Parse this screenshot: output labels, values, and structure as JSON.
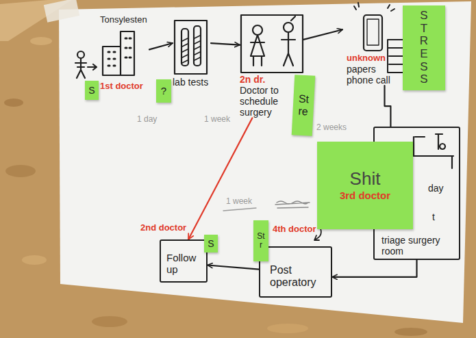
{
  "diagram": {
    "nodes": [
      {
        "text": [
          "Tonsylesten",
          "1st doctor"
        ]
      },
      {
        "text": [
          "lab tests"
        ]
      },
      {
        "text": [
          "2n dr.",
          "Doctor to schedule surgery"
        ]
      },
      {
        "text": [
          "unknown",
          "papers phone call"
        ]
      },
      {
        "text": [
          "day",
          "t",
          "triage surgery room"
        ]
      },
      {
        "text": [
          "Post operatory"
        ]
      },
      {
        "text": [
          "Follow up"
        ]
      },
      {
        "text": [
          "S"
        ]
      },
      {
        "text": [
          "?"
        ]
      },
      {
        "text": [
          "Stre"
        ]
      },
      {
        "text": [
          "STRESS"
        ]
      },
      {
        "text": [
          "Shit",
          "3rd doctor"
        ]
      },
      {
        "text": [
          "Str"
        ]
      },
      {
        "text": [
          "S"
        ]
      }
    ],
    "edges": [
      {
        "from": 0,
        "to": 1,
        "arrow": "to"
      },
      {
        "from": 1,
        "to": 2,
        "arrow": "to"
      },
      {
        "from": 2,
        "to": 3,
        "arrow": "to"
      },
      {
        "from": 3,
        "to": 4,
        "arrow": "none"
      },
      {
        "from": 4,
        "to": 5,
        "arrow": "to"
      },
      {
        "from": 5,
        "to": 6,
        "arrow": "to"
      },
      {
        "from": 2,
        "to": 6,
        "arrow": "to"
      }
    ],
    "labels": [
      "1 day",
      "1 week",
      "2 weeks",
      "1 week",
      "2nd doctor",
      "4th doctor"
    ]
  }
}
